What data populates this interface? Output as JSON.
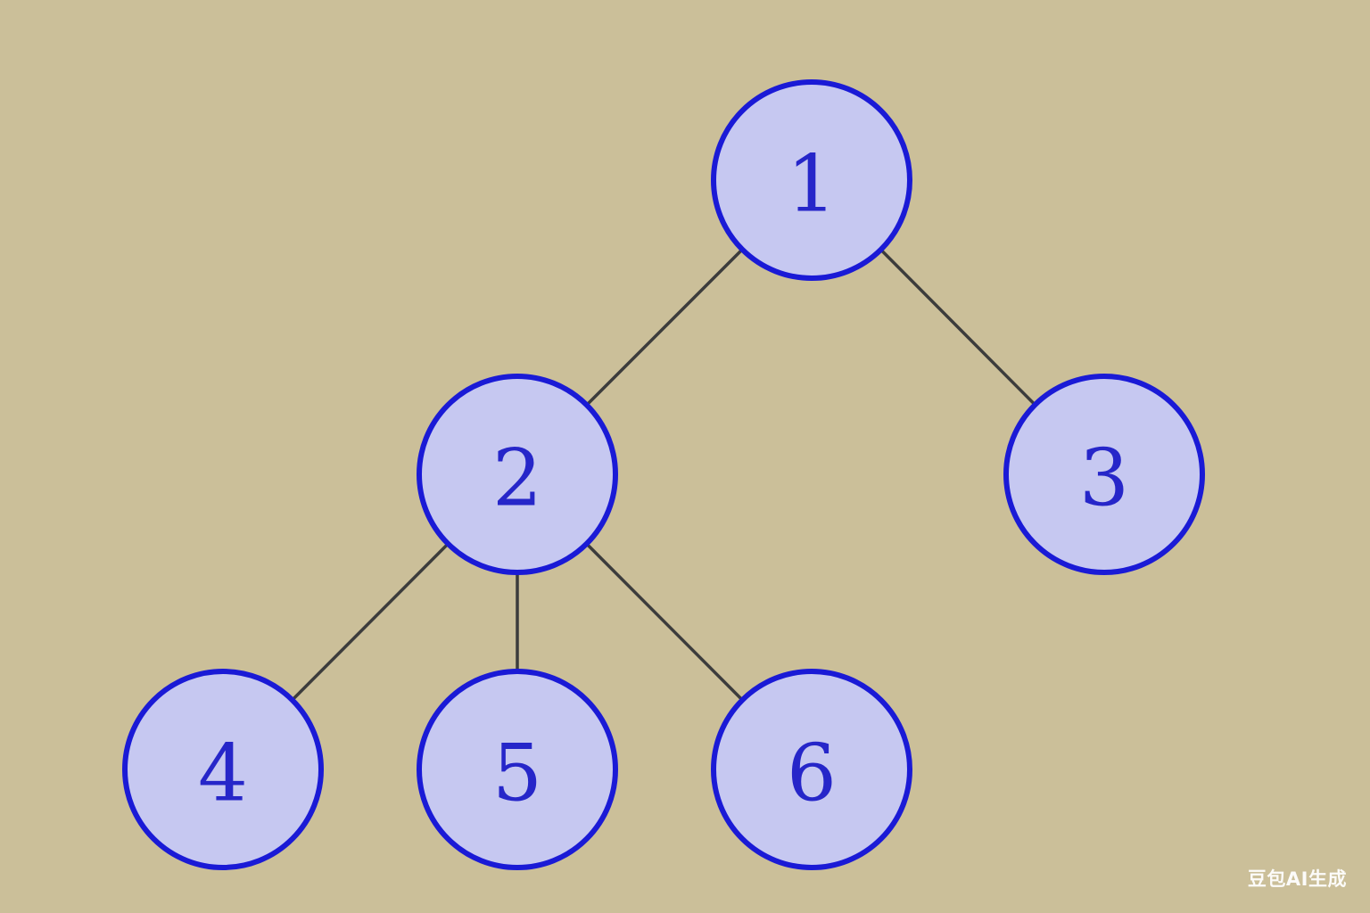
{
  "colors": {
    "background": "#cbbf99",
    "node_fill": "#c6c8f1",
    "node_stroke": "#1a1ad6",
    "label": "#2626c9",
    "edge": "#3c3c3c"
  },
  "tree": {
    "nodes": [
      {
        "id": "1",
        "label": "1"
      },
      {
        "id": "2",
        "label": "2"
      },
      {
        "id": "3",
        "label": "3"
      },
      {
        "id": "4",
        "label": "4"
      },
      {
        "id": "5",
        "label": "5"
      },
      {
        "id": "6",
        "label": "6"
      }
    ],
    "edges": [
      {
        "from": "1",
        "to": "2"
      },
      {
        "from": "1",
        "to": "3"
      },
      {
        "from": "2",
        "to": "4"
      },
      {
        "from": "2",
        "to": "5"
      },
      {
        "from": "2",
        "to": "6"
      }
    ]
  },
  "watermark": "豆包AI生成"
}
